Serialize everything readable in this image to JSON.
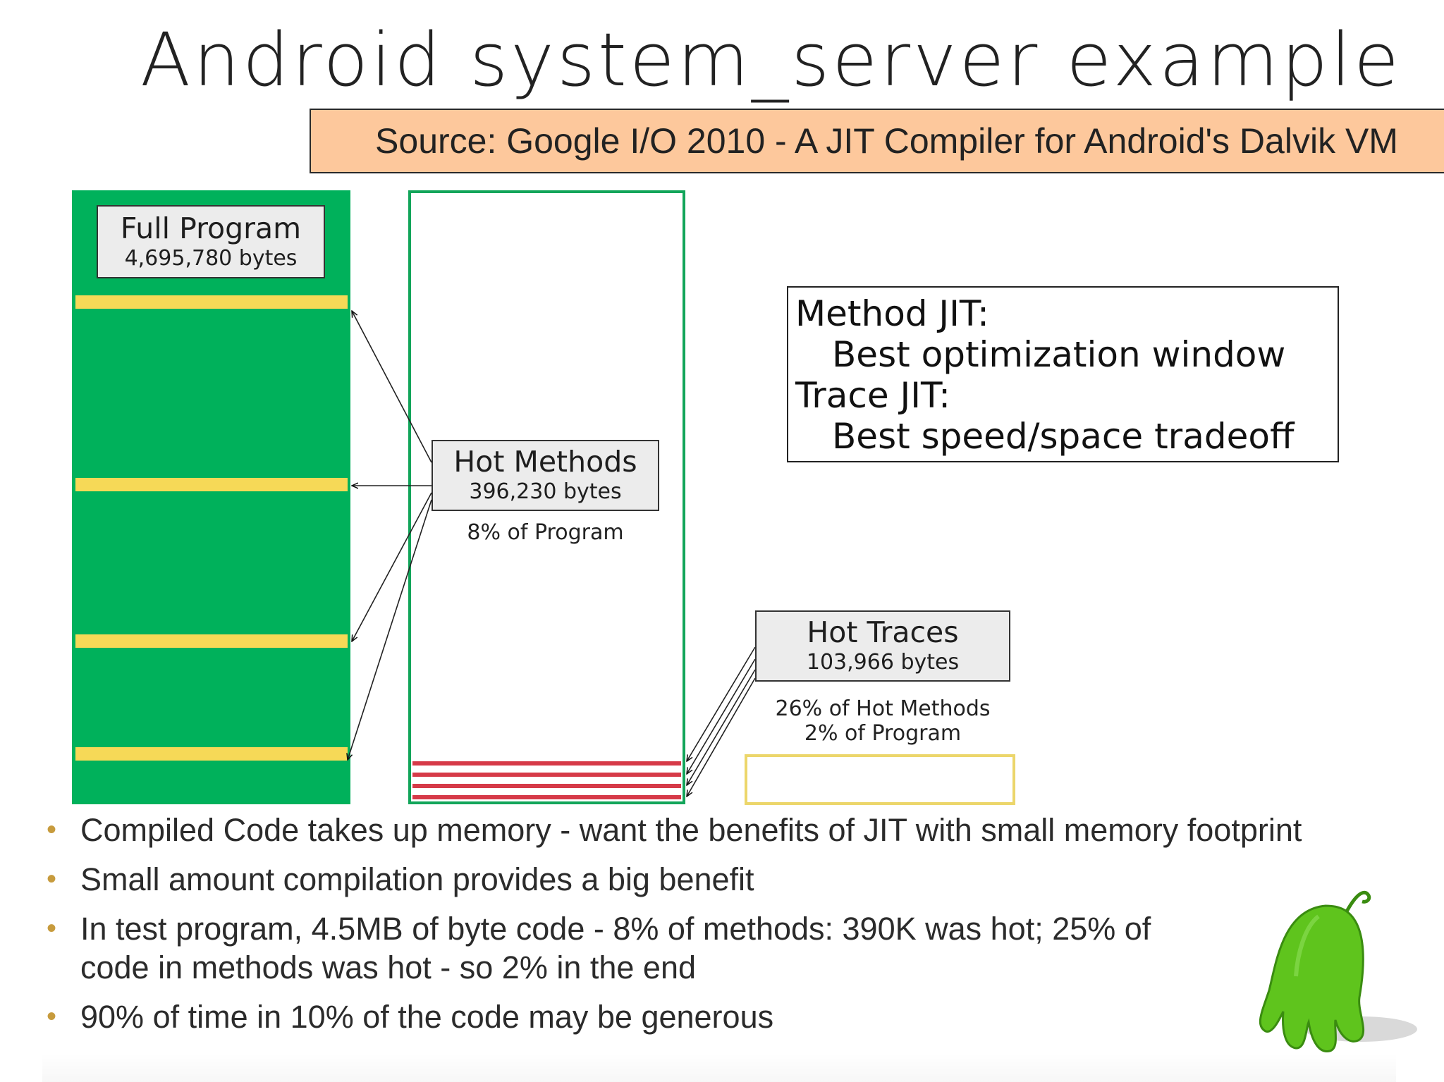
{
  "slide": {
    "title": "Android system_server example",
    "source": "Source: Google I/O 2010 - A JIT Compiler for Android's Dalvik VM"
  },
  "diagram": {
    "full_program": {
      "label": "Full Program",
      "bytes": "4,695,780 bytes"
    },
    "hot_methods": {
      "label": "Hot Methods",
      "bytes": "396,230 bytes",
      "percent": "8% of Program"
    },
    "hot_traces": {
      "label": "Hot Traces",
      "bytes": "103,966 bytes",
      "percent_methods": "26% of Hot Methods",
      "percent_program": "2% of Program"
    },
    "jit_box": {
      "method_jit": "Method JIT:",
      "method_jit_desc": "Best optimization window",
      "trace_jit": "Trace JIT:",
      "trace_jit_desc": "Best speed/space tradeoff"
    },
    "colors": {
      "program": "#00b15b",
      "hot": "#f6d957",
      "traces": "#d63a48",
      "source_bg": "#fdc89c"
    }
  },
  "bullets": [
    "Compiled Code takes up memory - want the benefits of JIT with small memory footprint",
    "Small amount compilation provides a big benefit",
    "In test program, 4.5MB of byte code - 8% of methods: 390K was hot; 25% of code in methods was hot - so 2% in the end",
    "90% of time in 10% of the code may be generous"
  ],
  "icons": {
    "mascot": "android-ghost-mascot-icon",
    "bullet": "bullet-dot-icon"
  }
}
